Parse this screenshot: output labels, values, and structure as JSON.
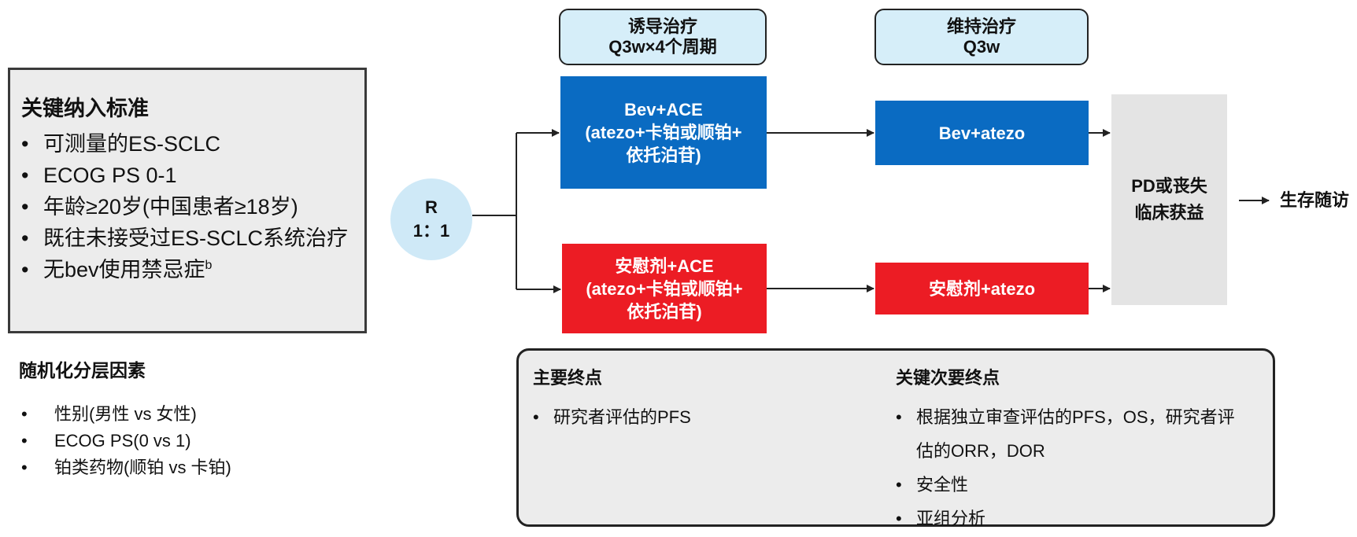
{
  "criteria": {
    "title": "关键纳入标准",
    "items": [
      "可测量的ES-SCLC",
      "ECOG PS 0-1",
      "年龄≥20岁(中国患者≥18岁)",
      "既往未接受过ES-SCLC系统治疗",
      "无bev使用禁忌症"
    ],
    "footnote_marker": "b"
  },
  "stratification": {
    "title": "随机化分层因素",
    "items": [
      "性别(男性 vs 女性)",
      "ECOG PS(0 vs 1)",
      "铂类药物(顺铂 vs 卡铂)"
    ]
  },
  "randomization": {
    "line1": "R",
    "line2": "1：1"
  },
  "phases": {
    "induction": {
      "line1": "诱导治疗",
      "line2": "Q3w×4个周期"
    },
    "maintenance": {
      "line1": "维持治疗",
      "line2": "Q3w"
    }
  },
  "arms": {
    "induction_bev": {
      "line1": "Bev+ACE",
      "line2": "(atezo+卡铂或顺铂+",
      "line3": "依托泊苷)"
    },
    "induction_placebo": {
      "line1": "安慰剂+ACE",
      "line2": "(atezo+卡铂或顺铂+",
      "line3": "依托泊苷)"
    },
    "maintenance_bev": "Bev+atezo",
    "maintenance_placebo": "安慰剂+atezo"
  },
  "outcome": {
    "line1": "PD或丧失",
    "line2": "临床获益"
  },
  "followup": "生存随访",
  "endpoints": {
    "primary": {
      "title": "主要终点",
      "items": [
        "研究者评估的PFS"
      ]
    },
    "secondary": {
      "title": "关键次要终点",
      "items": [
        "根据独立审查评估的PFS，OS，研究者评估的ORR，DOR",
        "安全性",
        "亚组分析"
      ]
    }
  },
  "colors": {
    "blue_arm": "#0a6bc2",
    "red_arm": "#ec1c24",
    "phase_header": "#d6eef9",
    "randomization_circle": "#cfe9f7",
    "panel_gray": "#ececec"
  }
}
